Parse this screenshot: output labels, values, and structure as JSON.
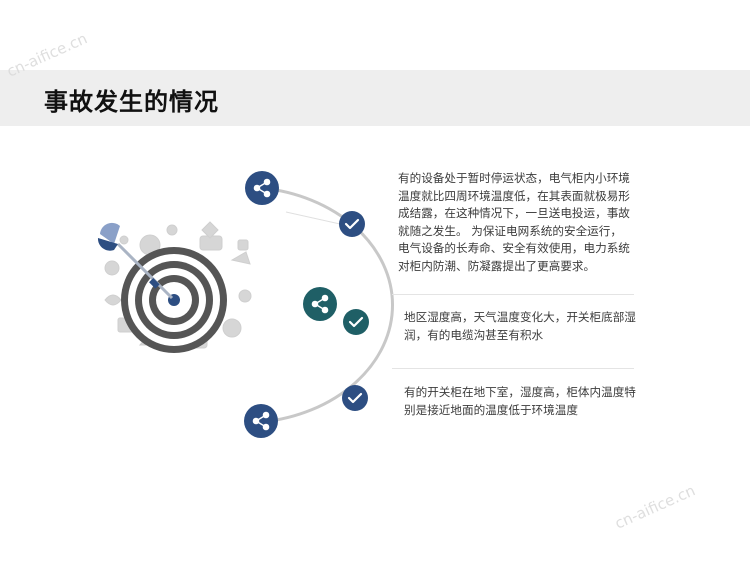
{
  "title": "事故发生的情况",
  "watermark": "cn-aifice.cn",
  "colors": {
    "navy": "#2d4e82",
    "teal": "#1f5f66",
    "title_bar": "#eeeeee",
    "target_ring": "#555555",
    "arc": "#c8c8c8"
  },
  "items": [
    {
      "icon": "check-icon",
      "text": "有的设备处于暂时停运状态，电气柜内小环境温度就比四周环境温度低，在其表面就极易形成结露，在这种情况下，一旦送电投运，事故就随之发生。 为保证电网系统的安全运行，电气设备的长寿命、安全有效使用，电力系统对柜内防潮、防凝露提出了更高要求。"
    },
    {
      "icon": "check-icon",
      "text": "地区湿度高，天气温度变化大，开关柜底部湿润，有的电缆沟甚至有积水"
    },
    {
      "icon": "check-icon",
      "text": "有的开关柜在地下室，湿度高，柜体内温度特别是接近地面的温度低于环境温度"
    }
  ],
  "share_nodes": [
    "share-icon",
    "share-icon",
    "share-icon"
  ]
}
